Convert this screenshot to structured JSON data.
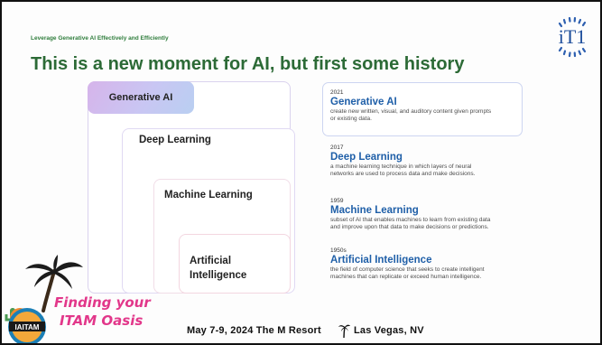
{
  "slide": {
    "kicker": "Leverage Generative AI Effectively and Efficiently",
    "title": "This is a new moment for AI, but first some history"
  },
  "logo": {
    "text": "iT1",
    "icon": "it1-logo"
  },
  "diagram": {
    "layers": [
      {
        "label": "Generative AI"
      },
      {
        "label": "Deep Learning"
      },
      {
        "label": "Machine Learning"
      },
      {
        "label_line1": "Artificial",
        "label_line2": "Intelligence"
      }
    ]
  },
  "timeline": [
    {
      "year": "2021",
      "name": "Generative AI",
      "desc1": "create new written, visual, and auditory content given prompts",
      "desc2": "or existing data."
    },
    {
      "year": "2017",
      "name": "Deep Learning",
      "desc1": "a machine learning technique in which layers of neural",
      "desc2": "networks are used to process data and make decisions."
    },
    {
      "year": "1959",
      "name": "Machine Learning",
      "desc1": "subset of AI that enables machines to learn from existing data",
      "desc2": "and improve upon that data to make decisions or predictions."
    },
    {
      "year": "1950s",
      "name": "Artificial Intelligence",
      "desc1": "the field of computer science that seeks to create intelligent",
      "desc2": "machines that can replicate or exceed human intelligence."
    }
  ],
  "event": {
    "badge": "IAITAM",
    "tagline_line1": "Finding your",
    "tagline_line2": "ITAM Oasis",
    "footer_left": "May 7-9, 2024  The M Resort",
    "footer_right": "Las Vegas, NV",
    "palm_icon": "palm-tree-icon"
  },
  "colors": {
    "title_green": "#2c6a36",
    "accent_blue": "#1f5fa8",
    "oasis_pink": "#e2378a"
  }
}
